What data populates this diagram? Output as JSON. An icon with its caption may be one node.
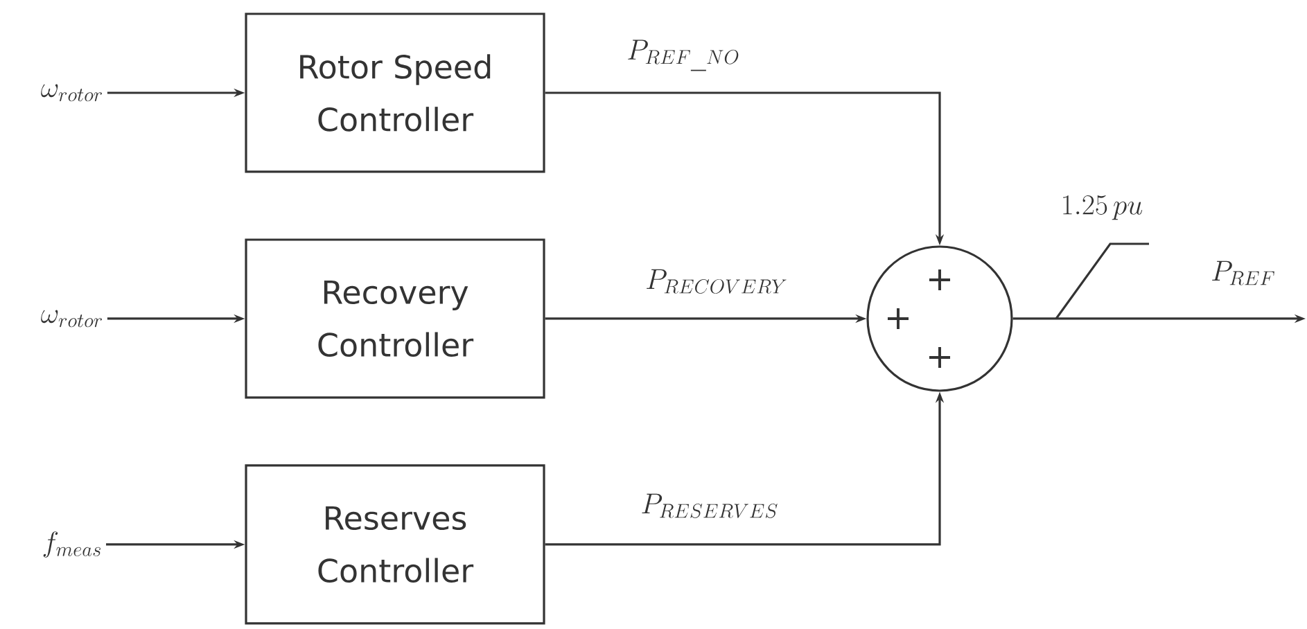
{
  "diagram": {
    "nodes": [
      {
        "text": [
          "\\omega_{rotor}"
        ]
      },
      {
        "text": [
          "Rotor Speed Controller"
        ]
      },
      {
        "text": [
          "\\omega_{rotor}"
        ]
      },
      {
        "text": [
          "Recovery Controller"
        ]
      },
      {
        "text": [
          "f_{meas}"
        ]
      },
      {
        "text": [
          "Reserves Controller"
        ]
      },
      {
        "text": [
          "+",
          "+",
          "+"
        ]
      }
    ],
    "edges": [
      {
        "from": 0,
        "to": 1,
        "arrow": "to"
      },
      {
        "from": 2,
        "to": 3,
        "arrow": "to"
      },
      {
        "from": 4,
        "to": 5,
        "arrow": "to"
      },
      {
        "from": 1,
        "to": 6,
        "arrow": "to",
        "label": "P_{REF\\_NO}"
      },
      {
        "from": 3,
        "to": 6,
        "arrow": "to",
        "label": "P_{RECOVERY}"
      },
      {
        "from": 5,
        "to": 6,
        "arrow": "to",
        "label": "P_{RESERVES}"
      },
      {
        "from": 6,
        "to": null,
        "arrow": "to",
        "label": "P_{REF}"
      }
    ],
    "labels": [
      "1.25\\,pu"
    ]
  }
}
